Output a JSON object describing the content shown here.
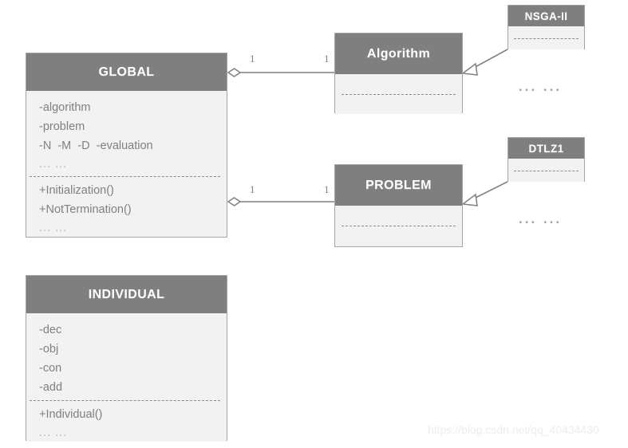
{
  "diagram": {
    "title": "PlatEMO UML class diagram",
    "colors": {
      "header_fill": "#7f7f7f",
      "body_fill": "#f2f2f2",
      "border": "#a6a6a6",
      "text": "#808080",
      "line": "#808080",
      "watermark": "#ededed"
    },
    "classes": {
      "global": {
        "name": "GLOBAL",
        "attributes": [
          "-algorithm",
          "-problem",
          "-N  -M  -D  -evaluation"
        ],
        "attributes_more": "... ...",
        "operations": [
          "+Initialization()",
          "+NotTermination()"
        ],
        "operations_more": "... ..."
      },
      "individual": {
        "name": "INDIVIDUAL",
        "attributes": [
          "-dec",
          "-obj",
          "-con",
          "-add"
        ],
        "operations": [
          "+Individual()"
        ],
        "operations_more": "... ..."
      },
      "algorithm": {
        "name": "Algorithm"
      },
      "problem": {
        "name": "PROBLEM"
      },
      "nsga2": {
        "name": "NSGA-II",
        "more": "...  ..."
      },
      "dtlz1": {
        "name": "DTLZ1",
        "more": "...  ..."
      }
    },
    "associations": [
      {
        "from": "GLOBAL",
        "to": "Algorithm",
        "type": "aggregation",
        "source_multiplicity": "1",
        "target_multiplicity": "1"
      },
      {
        "from": "GLOBAL",
        "to": "PROBLEM",
        "type": "aggregation",
        "source_multiplicity": "1",
        "target_multiplicity": "1"
      },
      {
        "from": "NSGA-II",
        "to": "Algorithm",
        "type": "generalization"
      },
      {
        "from": "DTLZ1",
        "to": "PROBLEM",
        "type": "generalization"
      }
    ],
    "watermark": "https://blog.csdn.net/qq_40434430"
  }
}
